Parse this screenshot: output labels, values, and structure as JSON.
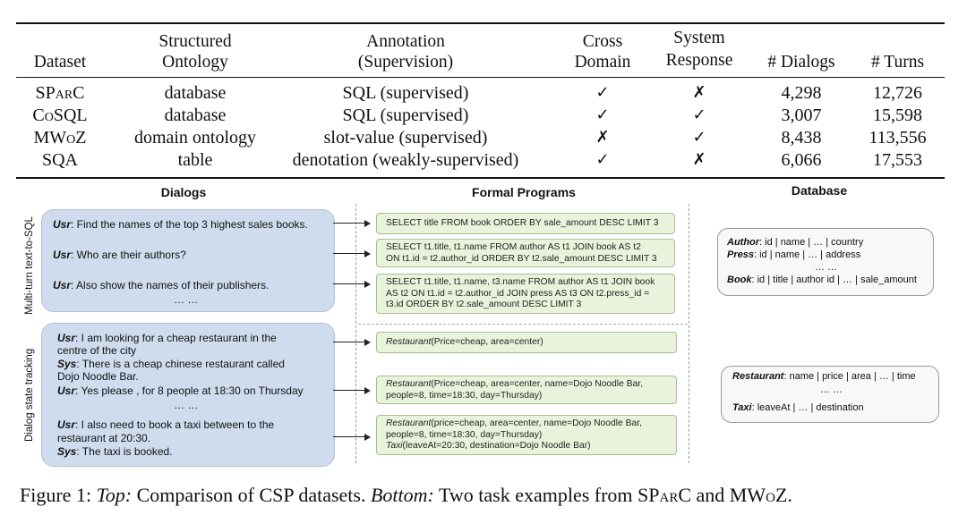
{
  "table": {
    "headers": {
      "dataset": "Dataset",
      "ontology": [
        "Structured",
        "Ontology"
      ],
      "annotation": [
        "Annotation",
        "(Supervision)"
      ],
      "cross": [
        "Cross",
        "Domain"
      ],
      "system": [
        "System",
        "Response"
      ],
      "dialogs": "# Dialogs",
      "turns": "# Turns"
    },
    "rows": [
      {
        "dataset": "SParC",
        "ontology": "database",
        "annotation": "SQL (supervised)",
        "cross": "✓",
        "system": "✗",
        "dialogs": "4,298",
        "turns": "12,726"
      },
      {
        "dataset": "CoSQL",
        "ontology": "database",
        "annotation": "SQL (supervised)",
        "cross": "✓",
        "system": "✓",
        "dialogs": "3,007",
        "turns": "15,598"
      },
      {
        "dataset": "MWoZ",
        "ontology": "domain ontology",
        "annotation": "slot-value (supervised)",
        "cross": "✗",
        "system": "✓",
        "dialogs": "8,438",
        "turns": "113,556"
      },
      {
        "dataset": "SQA",
        "ontology": "table",
        "annotation": "denotation (weakly-supervised)",
        "cross": "✓",
        "system": "✗",
        "dialogs": "6,066",
        "turns": "17,553"
      }
    ]
  },
  "figure": {
    "headings": {
      "dialogs": "Dialogs",
      "programs": "Formal Programs",
      "database": "Database"
    },
    "side_labels": {
      "text_to_sql": "Multi-turn text-to-SQL",
      "dst": "Dialog state tracking"
    },
    "sql_dialog": [
      {
        "speaker": "Usr",
        "text": ": Find the names of the top 3 highest sales books."
      },
      {
        "speaker": "Usr",
        "text": ": Who are their authors?"
      },
      {
        "speaker": "Usr",
        "text": ": Also show the names of their publishers."
      }
    ],
    "ellipsis": "… …",
    "sql_programs": [
      [
        "SELECT title FROM book ORDER BY sale_amount DESC LIMIT 3"
      ],
      [
        "SELECT t1.title, t1.name FROM author AS t1 JOIN book AS t2",
        "ON t1.id = t2.author_id ORDER BY t2.sale_amount DESC LIMIT 3"
      ],
      [
        "SELECT t1.title, t1.name, t3.name FROM author AS t1 JOIN book",
        "AS t2 ON t1.id = t2.author_id JOIN press AS t3 ON t2.press_id =",
        "t3.id ORDER BY t2.sale_amount DESC LIMIT 3"
      ]
    ],
    "sql_db": {
      "author_label": "Author",
      "author_cols": ": id | name | … | country",
      "press_label": "Press",
      "press_cols": ": id | name | … | address",
      "dots": "… …",
      "book_label": "Book",
      "book_cols": ": id | title | author id | … | sale_amount"
    },
    "dst_dialog": [
      {
        "speaker": "Usr",
        "lines": [
          ": I am looking for a cheap restaurant in the",
          "centre of the city"
        ]
      },
      {
        "speaker": "Sys",
        "lines": [
          ": There is a cheap chinese restaurant called",
          "Dojo Noodle Bar."
        ]
      },
      {
        "speaker": "Usr",
        "lines": [
          ": Yes please , for 8 people at 18:30 on Thursday"
        ]
      },
      {
        "speaker": "Usr",
        "lines": [
          ":  I also need to book a taxi between to the",
          "restaurant at 20:30."
        ]
      },
      {
        "speaker": "Sys",
        "lines": [
          ": The taxi is booked."
        ]
      }
    ],
    "dst_programs": [
      {
        "domain": "Restaurant",
        "lines": [
          "(Price=cheap, area=center)"
        ]
      },
      {
        "domain": "Restaurant",
        "lines": [
          "(Price=cheap, area=center, name=Dojo Noodle Bar,",
          "people=8, time=18:30, day=Thursday)"
        ]
      },
      {
        "domain": "Restaurant",
        "lines": [
          "(price=cheap, area=center, name=Dojo Noodle Bar,",
          "people=8, time=18:30, day=Thursday)"
        ],
        "domain2": "Taxi",
        "lines2": "(leaveAt=20:30, destination=Dojo Noodle Bar)"
      }
    ],
    "dst_db": {
      "restaurant_label": "Restaurant",
      "restaurant_cols": ": name | price | area | … | time",
      "dots": "… …",
      "taxi_label": "Taxi",
      "taxi_cols": ":  leaveAt  | … |  destination"
    }
  },
  "caption": {
    "prefix": "Figure 1: ",
    "top_label": "Top:",
    "top_text": " Comparison of CSP datasets. ",
    "bottom_label": "Bottom:",
    "bottom_text": " Two task examples from ",
    "sparc": "SParC",
    "and": " and ",
    "mwoz": "MWoZ",
    "end": "."
  }
}
